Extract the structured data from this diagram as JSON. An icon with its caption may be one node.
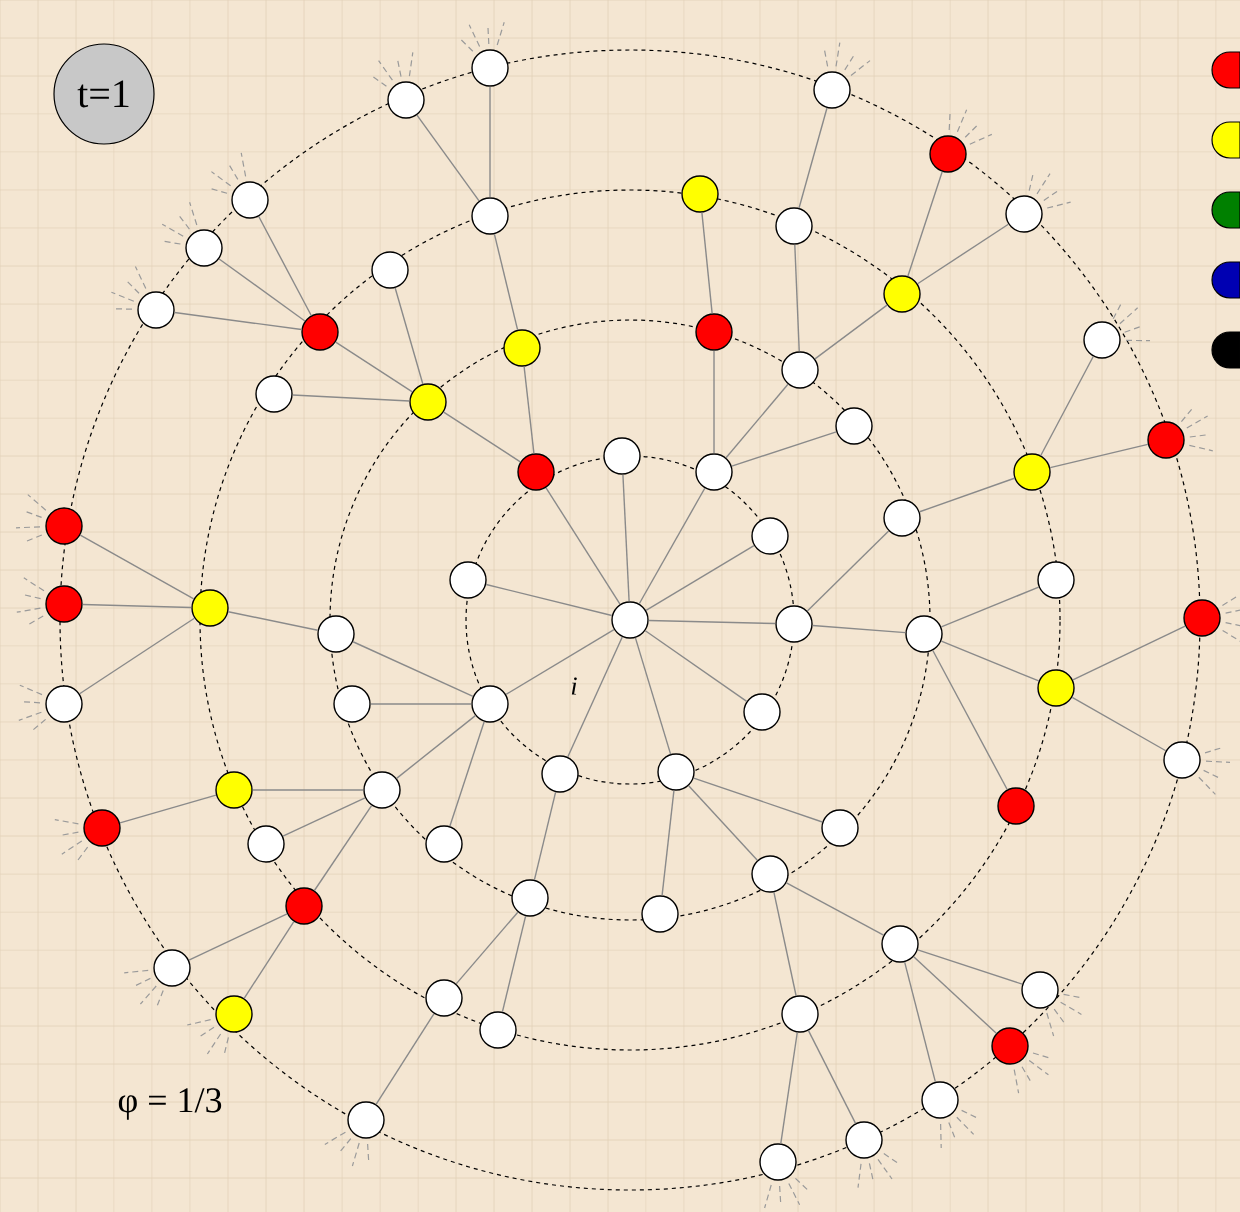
{
  "diagram": {
    "nodes": [
      {
        "text": [
          "t=1"
        ]
      },
      {
        "text": [],
        "shape": "circle"
      },
      {
        "text": [],
        "shape": "circle"
      },
      {
        "text": [],
        "shape": "circle"
      },
      {
        "text": [],
        "shape": "circle"
      },
      {
        "text": [],
        "shape": "circle"
      },
      {
        "text": [],
        "shape": "circle"
      },
      {
        "text": [],
        "shape": "circle"
      },
      {
        "text": [],
        "shape": "circle"
      },
      {
        "text": [],
        "shape": "circle"
      },
      {
        "text": [],
        "shape": "circle"
      },
      {
        "text": [],
        "shape": "circle"
      },
      {
        "text": [],
        "shape": "circle"
      },
      {
        "text": [],
        "shape": "circle"
      },
      {
        "text": [],
        "shape": "circle"
      },
      {
        "text": [],
        "shape": "circle"
      },
      {
        "text": [],
        "shape": "circle"
      },
      {
        "text": [],
        "shape": "circle"
      },
      {
        "text": [],
        "shape": "circle"
      },
      {
        "text": [],
        "shape": "circle"
      },
      {
        "text": [],
        "shape": "circle"
      },
      {
        "text": [],
        "shape": "circle"
      },
      {
        "text": [],
        "shape": "circle"
      },
      {
        "text": [],
        "shape": "circle"
      },
      {
        "text": [],
        "shape": "circle"
      },
      {
        "text": [],
        "shape": "circle"
      },
      {
        "text": [],
        "shape": "circle"
      },
      {
        "text": [],
        "shape": "circle"
      },
      {
        "text": [],
        "shape": "circle"
      },
      {
        "text": [],
        "shape": "circle"
      },
      {
        "text": [],
        "shape": "circle"
      },
      {
        "text": [],
        "shape": "circle"
      },
      {
        "text": [],
        "shape": "circle"
      },
      {
        "text": [],
        "shape": "circle"
      },
      {
        "text": [],
        "shape": "circle"
      },
      {
        "text": [],
        "shape": "circle",
        "beside": [
          "i"
        ]
      },
      {
        "text": [],
        "shape": "circle"
      },
      {
        "text": [],
        "shape": "circle"
      },
      {
        "text": [],
        "shape": "circle"
      },
      {
        "text": [],
        "shape": "circle"
      },
      {
        "text": [],
        "shape": "circle"
      },
      {
        "text": [],
        "shape": "circle"
      },
      {
        "text": [],
        "shape": "circle"
      },
      {
        "text": [],
        "shape": "circle"
      },
      {
        "text": [],
        "shape": "circle"
      },
      {
        "text": [],
        "shape": "circle"
      },
      {
        "text": [],
        "shape": "circle"
      },
      {
        "text": [],
        "shape": "circle"
      },
      {
        "text": [],
        "shape": "circle"
      },
      {
        "text": [],
        "shape": "circle"
      },
      {
        "text": [],
        "shape": "circle"
      },
      {
        "text": [],
        "shape": "circle"
      },
      {
        "text": [],
        "shape": "circle"
      },
      {
        "text": [],
        "shape": "circle"
      },
      {
        "text": [],
        "shape": "circle"
      },
      {
        "text": [],
        "shape": "circle"
      },
      {
        "text": [],
        "shape": "circle"
      },
      {
        "text": [],
        "shape": "circle"
      },
      {
        "text": [],
        "shape": "circle"
      },
      {
        "text": [],
        "shape": "circle"
      },
      {
        "text": [],
        "shape": "circle"
      },
      {
        "text": [],
        "shape": "circle"
      },
      {
        "text": [],
        "shape": "circle"
      },
      {
        "text": [],
        "shape": "circle"
      },
      {
        "text": [],
        "shape": "circle"
      },
      {
        "text": [],
        "shape": "circle"
      },
      {
        "text": [],
        "shape": "circle"
      },
      {
        "text": [],
        "shape": "circle"
      },
      {
        "text": [],
        "shape": "circle"
      },
      {
        "text": [],
        "shape": "circle"
      }
    ],
    "edges": [
      {
        "from": 35,
        "to": 23,
        "arrow": "none"
      },
      {
        "from": 35,
        "to": 25,
        "arrow": "none"
      },
      {
        "from": 35,
        "to": 29,
        "arrow": "none"
      },
      {
        "from": 35,
        "to": 36,
        "arrow": "none"
      },
      {
        "from": 35,
        "to": 43,
        "arrow": "none"
      },
      {
        "from": 35,
        "to": 45,
        "arrow": "none"
      },
      {
        "from": 35,
        "to": 46,
        "arrow": "none"
      },
      {
        "from": 35,
        "to": 42,
        "arrow": "none"
      },
      {
        "from": 35,
        "to": 31,
        "arrow": "none"
      },
      {
        "from": 35,
        "to": 24,
        "arrow": "none"
      },
      {
        "from": 24,
        "to": 17,
        "arrow": "none"
      },
      {
        "from": 24,
        "to": 20,
        "arrow": "none"
      },
      {
        "from": 20,
        "to": 14,
        "arrow": "none"
      },
      {
        "from": 20,
        "to": 11,
        "arrow": "none"
      },
      {
        "from": 20,
        "to": 19,
        "arrow": "none"
      },
      {
        "from": 14,
        "to": 10,
        "arrow": "none"
      },
      {
        "from": 14,
        "to": 6,
        "arrow": "none"
      },
      {
        "from": 14,
        "to": 13,
        "arrow": "none"
      },
      {
        "from": 17,
        "to": 8,
        "arrow": "none"
      },
      {
        "from": 8,
        "to": 1,
        "arrow": "none"
      },
      {
        "from": 8,
        "to": 3,
        "arrow": "none"
      },
      {
        "from": 25,
        "to": 15,
        "arrow": "none"
      },
      {
        "from": 25,
        "to": 18,
        "arrow": "none"
      },
      {
        "from": 25,
        "to": 21,
        "arrow": "none"
      },
      {
        "from": 15,
        "to": 5,
        "arrow": "none"
      },
      {
        "from": 18,
        "to": 9,
        "arrow": "none"
      },
      {
        "from": 18,
        "to": 12,
        "arrow": "none"
      },
      {
        "from": 9,
        "to": 2,
        "arrow": "none"
      },
      {
        "from": 12,
        "to": 4,
        "arrow": "none"
      },
      {
        "from": 12,
        "to": 7,
        "arrow": "none"
      },
      {
        "from": 36,
        "to": 27,
        "arrow": "none"
      },
      {
        "from": 36,
        "to": 37,
        "arrow": "none"
      },
      {
        "from": 27,
        "to": 26,
        "arrow": "none"
      },
      {
        "from": 26,
        "to": 16,
        "arrow": "none"
      },
      {
        "from": 26,
        "to": 22,
        "arrow": "none"
      },
      {
        "from": 37,
        "to": 30,
        "arrow": "none"
      },
      {
        "from": 37,
        "to": 39,
        "arrow": "none"
      },
      {
        "from": 37,
        "to": 49,
        "arrow": "none"
      },
      {
        "from": 39,
        "to": 34,
        "arrow": "none"
      },
      {
        "from": 39,
        "to": 44,
        "arrow": "none"
      },
      {
        "from": 45,
        "to": 51,
        "arrow": "none"
      },
      {
        "from": 45,
        "to": 54,
        "arrow": "none"
      },
      {
        "from": 45,
        "to": 57,
        "arrow": "none"
      },
      {
        "from": 54,
        "to": 58,
        "arrow": "none"
      },
      {
        "from": 54,
        "to": 63,
        "arrow": "none"
      },
      {
        "from": 58,
        "to": 60,
        "arrow": "none"
      },
      {
        "from": 58,
        "to": 65,
        "arrow": "none"
      },
      {
        "from": 58,
        "to": 66,
        "arrow": "none"
      },
      {
        "from": 63,
        "to": 68,
        "arrow": "none"
      },
      {
        "from": 63,
        "to": 69,
        "arrow": "none"
      },
      {
        "from": 46,
        "to": 55,
        "arrow": "none"
      },
      {
        "from": 55,
        "to": 61,
        "arrow": "none"
      },
      {
        "from": 55,
        "to": 64,
        "arrow": "none"
      },
      {
        "from": 61,
        "to": 67,
        "arrow": "none"
      },
      {
        "from": 42,
        "to": 48,
        "arrow": "none"
      },
      {
        "from": 42,
        "to": 53,
        "arrow": "none"
      },
      {
        "from": 42,
        "to": 41,
        "arrow": "none"
      },
      {
        "from": 42,
        "to": 38,
        "arrow": "none"
      },
      {
        "from": 48,
        "to": 47,
        "arrow": "none"
      },
      {
        "from": 48,
        "to": 52,
        "arrow": "none"
      },
      {
        "from": 48,
        "to": 56,
        "arrow": "none"
      },
      {
        "from": 47,
        "to": 50,
        "arrow": "none"
      },
      {
        "from": 56,
        "to": 59,
        "arrow": "none"
      },
      {
        "from": 56,
        "to": 62,
        "arrow": "none"
      },
      {
        "from": 38,
        "to": 33,
        "arrow": "none"
      },
      {
        "from": 33,
        "to": 28,
        "arrow": "none"
      },
      {
        "from": 33,
        "to": 32,
        "arrow": "none"
      },
      {
        "from": 33,
        "to": 40,
        "arrow": "none"
      }
    ],
    "labels": [
      "φ = 1/3"
    ]
  }
}
